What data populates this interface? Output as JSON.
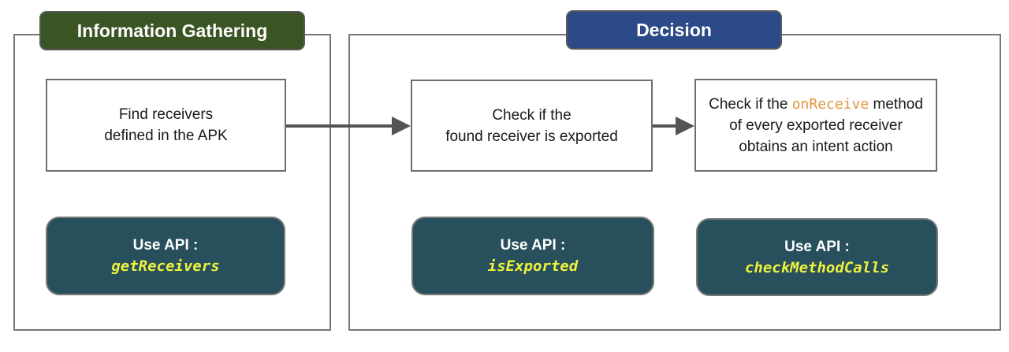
{
  "section_info": {
    "title": "Information Gathering",
    "step": {
      "line1": "Find receivers",
      "line2": "defined in the APK"
    },
    "api_box": {
      "label": "Use API :",
      "api": "getReceivers"
    }
  },
  "section_decision": {
    "title": "Decision",
    "step_exported": {
      "line1": "Check if the",
      "line2": "found receiver is exported"
    },
    "step_onreceive": {
      "line1_prefix": "Check if the ",
      "code": "onReceive",
      "line1_suffix": " method",
      "line2": "of every exported receiver",
      "line3": "obtains an intent action"
    },
    "api_box_exported": {
      "label": "Use API :",
      "api": "isExported"
    },
    "api_box_check": {
      "label": "Use API :",
      "api": "checkMethodCalls"
    }
  },
  "colors": {
    "green_badge": "#3b5423",
    "blue_badge": "#2b4a87",
    "teal_api_box": "#274f5c",
    "yellow_code": "#eef23d",
    "orange_code": "#e2943e",
    "arrow_gray": "#545454",
    "border_gray": "#767676"
  }
}
